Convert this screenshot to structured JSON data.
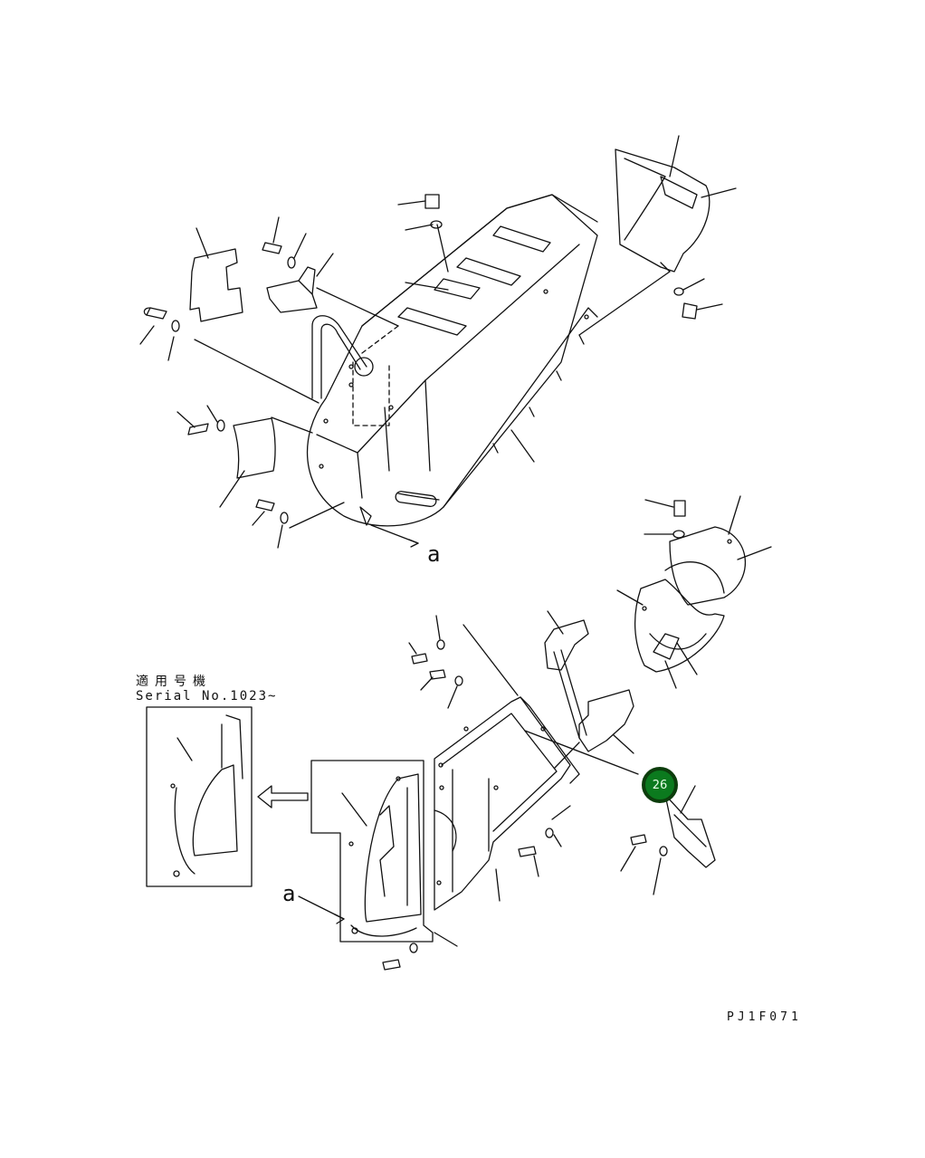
{
  "diagram": {
    "view_ref_label": "a",
    "applicability": {
      "japanese": "適用号機",
      "serial": "Serial No.1023~"
    },
    "drawing_code": "PJ1F071",
    "callout": {
      "number": "26",
      "color": "#0b7a1e",
      "border_color": "#0c3d0c"
    }
  }
}
